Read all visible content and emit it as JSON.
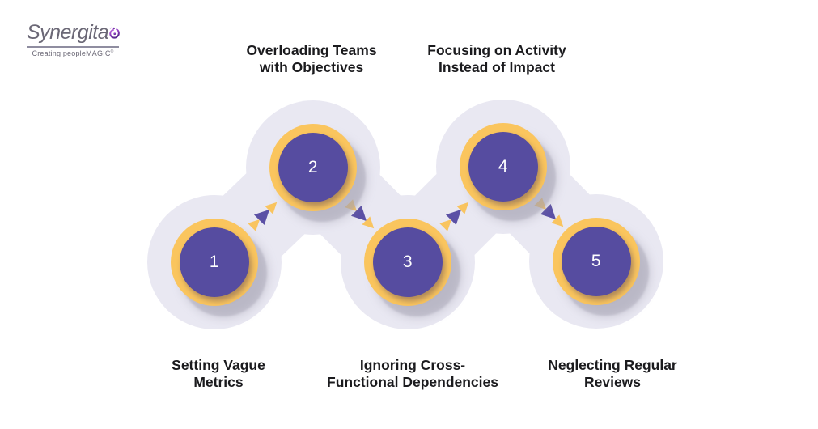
{
  "logo": {
    "name": "Synergita",
    "tagline": "Creating peopleMAGIC",
    "registered": "®"
  },
  "colors": {
    "circle_purple": "#564CA0",
    "ring_yellow": "#FAC55E",
    "blob": "#E9E8F2",
    "ring_shadow": "#C9C8D2",
    "arrow_purple": "#5B50A5",
    "arrow_yellow": "#F9C45F",
    "label_text": "#1B1B1E",
    "logo_text": "#6B6876"
  },
  "steps": [
    {
      "number": "1",
      "label": "Setting Vague\nMetrics",
      "label_position": "bottom"
    },
    {
      "number": "2",
      "label": "Overloading Teams\nwith Objectives",
      "label_position": "top"
    },
    {
      "number": "3",
      "label": "Ignoring Cross-\nFunctional Dependencies",
      "label_position": "bottom"
    },
    {
      "number": "4",
      "label": "Focusing on Activity\nInstead of Impact",
      "label_position": "top"
    },
    {
      "number": "5",
      "label": "Neglecting Regular\nReviews",
      "label_position": "bottom"
    }
  ]
}
